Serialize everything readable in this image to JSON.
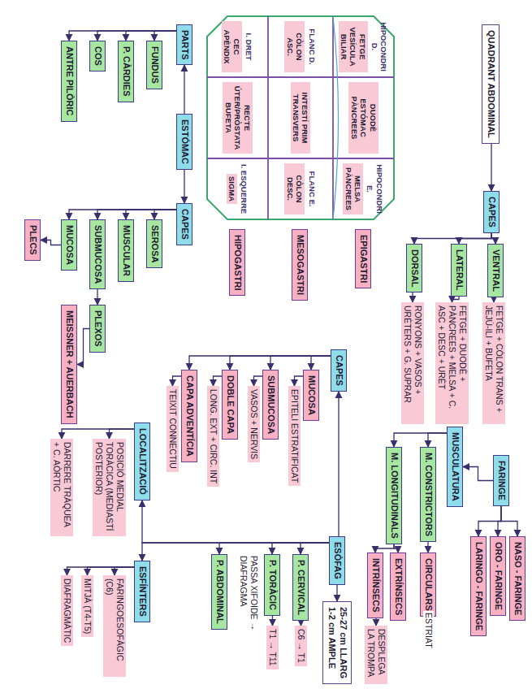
{
  "diagram": {
    "nodes": [
      {
        "text": [
          "QUADRANT ABDOMINAL"
        ]
      },
      {
        "text": [
          "CAPES"
        ]
      },
      {
        "text": [
          "VENTRAL"
        ]
      },
      {
        "text": [
          "FETGE + CÒLON TRANS + JEJÚ-ILI + BUFETA"
        ]
      },
      {
        "text": [
          "LATERAL"
        ]
      },
      {
        "text": [
          "FETGE + DUODÈ + PÀNCREES + MELSA + C. ASC + DESC + URÈT"
        ]
      },
      {
        "text": [
          "DORSAL"
        ]
      },
      {
        "text": [
          "RONYONS + VASOS + URÈTERS + G. SUPRAR"
        ]
      },
      {
        "text": [
          "FARINGE"
        ]
      },
      {
        "text": [
          "NASO - FARINGE"
        ]
      },
      {
        "text": [
          "ORO - FARINGE"
        ]
      },
      {
        "text": [
          "LARINGO - FARINGE"
        ]
      },
      {
        "text": [
          "MUSCULATURA"
        ]
      },
      {
        "text": [
          "M. CONSTRICTORS"
        ]
      },
      {
        "text": [
          "CIRCULARS"
        ]
      },
      {
        "text": [
          "M. LONGITUDINALS"
        ]
      },
      {
        "text": [
          "EXTRÍNSECS"
        ]
      },
      {
        "text": [
          "INTRÍNSECS"
        ]
      },
      {
        "text": [
          "DESPLEGA LA TROMPA"
        ]
      },
      {
        "text": [
          "EPIGASTRI"
        ]
      },
      {
        "text": [
          "MESOGASTRI"
        ]
      },
      {
        "text": [
          "HIPOGASTRI"
        ]
      },
      {
        "text": [
          "ESÒFAG"
        ]
      },
      {
        "text": [
          "25-27 cm LLARG",
          "1-2 cm AMPLE"
        ]
      },
      {
        "text": [
          "CAPES"
        ]
      },
      {
        "text": [
          "MUCOSA"
        ]
      },
      {
        "text": [
          "EPITELI ESTRATIFICAT"
        ]
      },
      {
        "text": [
          "SUBMUCOSA"
        ]
      },
      {
        "text": [
          "VASOS + NERVIS"
        ]
      },
      {
        "text": [
          "DOBLE CAPA"
        ]
      },
      {
        "text": [
          "LONG. EXT + CIRC. INT"
        ]
      },
      {
        "text": [
          "CAPA ADVENTÍCIA"
        ]
      },
      {
        "text": [
          "TEIXIT CONNECTIU"
        ]
      },
      {
        "text": [
          "P. CERVICAL"
        ]
      },
      {
        "text": [
          "C6 → T1"
        ]
      },
      {
        "text": [
          "P. TORÀCIC"
        ]
      },
      {
        "text": [
          "T1 → T11"
        ]
      },
      {
        "text": [
          "P. ABDOMINAL"
        ]
      },
      {
        "text": [
          "LOCALITZACIÓ"
        ]
      },
      {
        "text": [
          "POSICIÓ MEDIAL TORÀCICA (MEDIASTÍ POSTERIOR)"
        ]
      },
      {
        "text": [
          "DARRERE TRÀQUEA + C. AÒRTIC"
        ]
      },
      {
        "text": [
          "ESFÍNTERS"
        ]
      },
      {
        "text": [
          "FARINGOESOFÀGIC (C6)"
        ]
      },
      {
        "text": [
          "MITJÀ (T4-T5)"
        ]
      },
      {
        "text": [
          "DIAFRAGMÀTIC"
        ]
      },
      {
        "text": [
          "PARTS"
        ]
      },
      {
        "text": [
          "ESTÓMAC"
        ]
      },
      {
        "text": [
          "CAPES"
        ]
      },
      {
        "text": [
          "FUNDUS"
        ]
      },
      {
        "text": [
          "P. CÀRDIES"
        ]
      },
      {
        "text": [
          "COS"
        ]
      },
      {
        "text": [
          "ANTRE PILÒRIC"
        ]
      },
      {
        "text": [
          "SEROSA"
        ]
      },
      {
        "text": [
          "MUSCULAR"
        ]
      },
      {
        "text": [
          "SUBMUCOSA"
        ]
      },
      {
        "text": [
          "MUCOSA"
        ]
      },
      {
        "text": [
          "PLEXOS"
        ]
      },
      {
        "text": [
          "MEISSNER + AUERBACH"
        ]
      },
      {
        "text": [
          "PLECS"
        ]
      }
    ],
    "edges": [
      {
        "from": 0,
        "to": 1,
        "arrow": "to"
      },
      {
        "from": 1,
        "to": 2,
        "arrow": "to"
      },
      {
        "from": 1,
        "to": 4,
        "arrow": "to"
      },
      {
        "from": 1,
        "to": 6,
        "arrow": "to"
      },
      {
        "from": 2,
        "to": 3,
        "arrow": "to"
      },
      {
        "from": 4,
        "to": 5,
        "arrow": "to"
      },
      {
        "from": 6,
        "to": 7,
        "arrow": "to"
      },
      {
        "from": 8,
        "to": 9,
        "arrow": "to"
      },
      {
        "from": 8,
        "to": 10,
        "arrow": "to"
      },
      {
        "from": 8,
        "to": 11,
        "arrow": "to"
      },
      {
        "from": 8,
        "to": 12,
        "arrow": "to"
      },
      {
        "from": 12,
        "to": 13,
        "arrow": "to"
      },
      {
        "from": 12,
        "to": 15,
        "arrow": "to"
      },
      {
        "from": 13,
        "to": 14,
        "arrow": "to"
      },
      {
        "from": 15,
        "to": 16,
        "arrow": "to"
      },
      {
        "from": 15,
        "to": 17,
        "arrow": "to"
      },
      {
        "from": 17,
        "to": 18,
        "arrow": "to"
      },
      {
        "from": 22,
        "to": 23,
        "arrow": "to"
      },
      {
        "from": 22,
        "to": 24,
        "arrow": "to"
      },
      {
        "from": 22,
        "to": 33,
        "arrow": "to"
      },
      {
        "from": 22,
        "to": 35,
        "arrow": "to"
      },
      {
        "from": 22,
        "to": 37,
        "arrow": "to"
      },
      {
        "from": 22,
        "to": 38,
        "arrow": "to"
      },
      {
        "from": 22,
        "to": 41,
        "arrow": "to"
      },
      {
        "from": 33,
        "to": 34,
        "arrow": "to"
      },
      {
        "from": 35,
        "to": 36,
        "arrow": "to"
      },
      {
        "from": 24,
        "to": 25,
        "arrow": "to"
      },
      {
        "from": 24,
        "to": 27,
        "arrow": "to"
      },
      {
        "from": 24,
        "to": 29,
        "arrow": "to"
      },
      {
        "from": 24,
        "to": 31,
        "arrow": "to"
      },
      {
        "from": 25,
        "to": 26,
        "arrow": "to"
      },
      {
        "from": 27,
        "to": 28,
        "arrow": "to"
      },
      {
        "from": 29,
        "to": 30,
        "arrow": "to"
      },
      {
        "from": 31,
        "to": 32,
        "arrow": "to"
      },
      {
        "from": 38,
        "to": 39,
        "arrow": "to"
      },
      {
        "from": 38,
        "to": 40,
        "arrow": "to"
      },
      {
        "from": 41,
        "to": 42,
        "arrow": "to"
      },
      {
        "from": 41,
        "to": 43,
        "arrow": "to"
      },
      {
        "from": 41,
        "to": 44,
        "arrow": "to"
      },
      {
        "from": 46,
        "to": 45,
        "arrow": "to"
      },
      {
        "from": 46,
        "to": 47,
        "arrow": "to"
      },
      {
        "from": 45,
        "to": 48,
        "arrow": "to"
      },
      {
        "from": 45,
        "to": 49,
        "arrow": "to"
      },
      {
        "from": 45,
        "to": 50,
        "arrow": "to"
      },
      {
        "from": 45,
        "to": 51,
        "arrow": "to"
      },
      {
        "from": 47,
        "to": 52,
        "arrow": "to"
      },
      {
        "from": 47,
        "to": 53,
        "arrow": "to"
      },
      {
        "from": 47,
        "to": 54,
        "arrow": "to"
      },
      {
        "from": 47,
        "to": 55,
        "arrow": "to"
      },
      {
        "from": 54,
        "to": 56,
        "arrow": "to"
      },
      {
        "from": 56,
        "to": 57,
        "arrow": "to"
      },
      {
        "from": 55,
        "to": 58,
        "arrow": "to"
      }
    ],
    "labels": [
      "ESTRIAT",
      "PASSA XIFOIDE → DIAFRAGMA",
      "HIPOCONDRI D.",
      "FETGE VESÍCULA BILIAR",
      "DUODÈ ESTÓMAC PÀNCREES",
      "HIPOCONDRI E.",
      "MELSA PÀNCREES",
      "FLANC D.",
      "CÒLON ASC.",
      "INTESTÍ PRIM TRANSVERS",
      "FLANC E.",
      "CÒLON DESC.",
      "I. DRET",
      "CEC APÈNDIX",
      "RECTE ÚTER/PRÒSTATA BUFETA",
      "I. ESQUERRE",
      "SIGMA"
    ]
  }
}
